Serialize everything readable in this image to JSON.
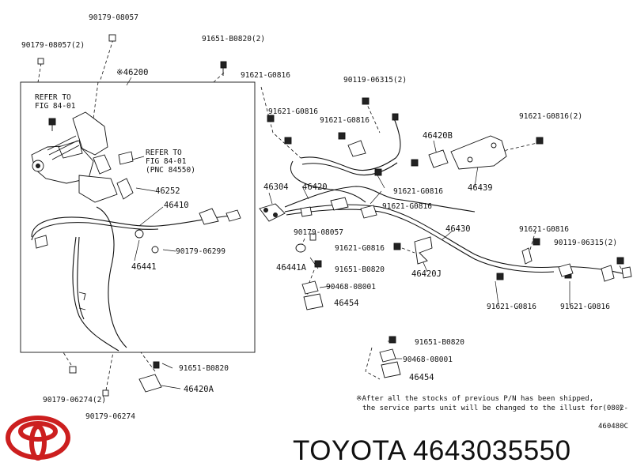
{
  "labels": {
    "p90179_08057_top": "90179-08057",
    "p90179_08057_2": "90179-08057(2)",
    "p91651_b0820_2": "91651-B0820(2)",
    "assy_46200": "※46200",
    "refer_a1": "REFER TO",
    "refer_a2": "FIG 84-01",
    "refer_b1": "REFER TO",
    "refer_b2": "FIG 84-01",
    "refer_b3": "(PNC 84550)",
    "p46252": "46252",
    "p46410": "46410",
    "p90179_06299": "90179-06299",
    "p46441": "46441",
    "p91621_g0816_a": "91621-G0816",
    "p91621_g0816_b": "91621-G0816",
    "p91621_g0816_c": "91621-G0816",
    "p90119_06315_2a": "90119-06315(2)",
    "p46420b": "46420B",
    "p91621_g0816_2": "91621-G0816(2)",
    "p46304": "46304",
    "p46420": "46420",
    "p91621_g0816_d": "91621-G0816",
    "p46439": "46439",
    "p91621_g0816_e": "91621-G0816",
    "p90179_08057_mid": "90179-08057",
    "p46430": "46430",
    "p91621_g0816_f": "91621-G0816",
    "p91621_g0816_g": "91621-G0816",
    "p90119_06315_2b": "90119-06315(2)",
    "p46441a": "46441A",
    "p91651_b0820_a": "91651-B0820",
    "p46420j": "46420J",
    "p90468_08001_a": "90468-08001",
    "p46454_a": "46454",
    "p91621_g0816_h": "91621-G0816",
    "p91621_g0816_i": "91621-G0816",
    "p91651_b0820_b": "91651-B0820",
    "p90468_08001_b": "90468-08001",
    "p46454_b": "46454",
    "p91651_b0820_c": "91651-B0820",
    "p46420a": "46420A",
    "p90179_06274_2": "90179-06274(2)",
    "p90179_06274": "90179-06274"
  },
  "notes": {
    "line1": "※After all the stocks of previous P/N has been shipped,",
    "line2": "the service parts unit will be changed to the illust for(0802-",
    "line2_end": ")",
    "diagram_code": "460480C"
  },
  "footer": {
    "brand_part": "TOYOTA 4643035550",
    "logo_icon": "toyota-logo-icon",
    "logo_color": "#cc1f1f"
  }
}
